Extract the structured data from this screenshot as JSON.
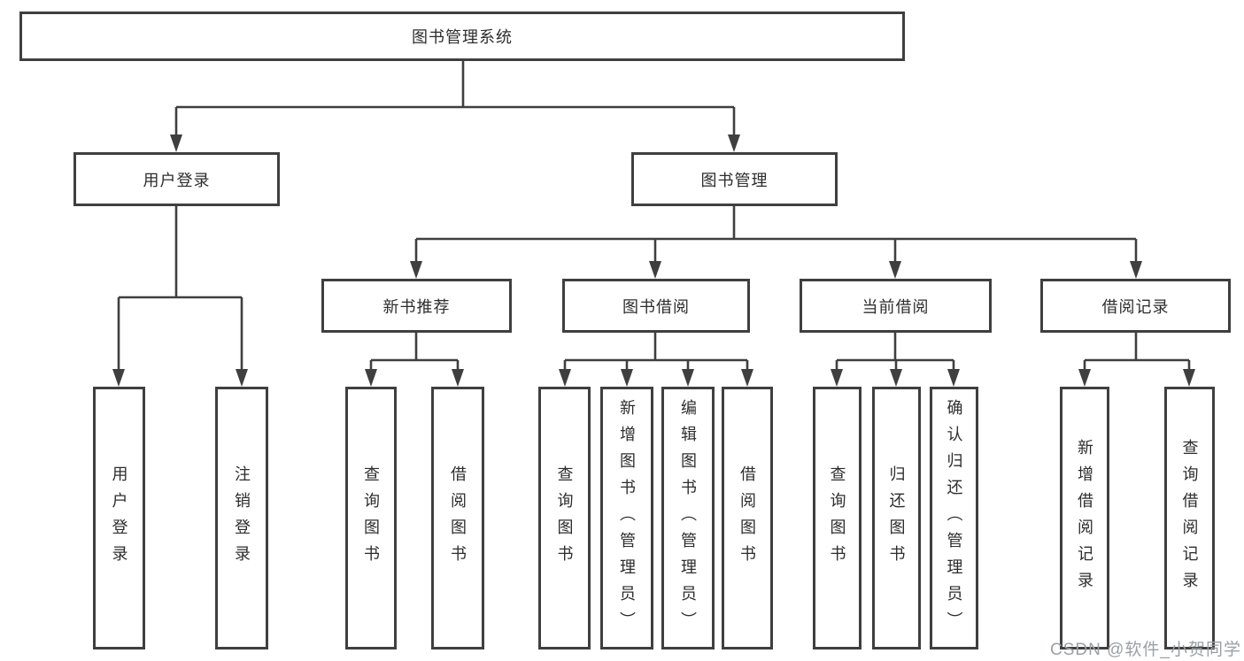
{
  "colors": {
    "line": "#3f3f3f",
    "box_border": "#3f3f3f",
    "box_fill": "#ffffff",
    "text": "#2d2d2d",
    "watermark": "#9aa0a6"
  },
  "chart_data": {
    "type": "tree-diagram",
    "title": "图书管理系统",
    "hierarchy": {
      "图书管理系统": {
        "用户登录": [
          "用户登录",
          "注销登录"
        ],
        "图书管理": {
          "新书推荐": [
            "查询图书",
            "借阅图书"
          ],
          "图书借阅": [
            "查询图书",
            "新增图书（管理员）",
            "编辑图书（管理员）",
            "借阅图书"
          ],
          "当前借阅": [
            "查询图书",
            "归还图书",
            "确认归还（管理员）"
          ],
          "借阅记录": [
            "新增借阅记录",
            "查询借阅记录"
          ]
        }
      }
    }
  },
  "tree": {
    "root": {
      "label": "图书管理系统"
    },
    "login_branch": {
      "label": "用户登录",
      "children": [
        {
          "label": "用户登录"
        },
        {
          "label": "注销登录"
        }
      ]
    },
    "management_branch": {
      "label": "图书管理",
      "groups": [
        {
          "label": "新书推荐",
          "children": [
            {
              "label": "查询图书"
            },
            {
              "label": "借阅图书"
            }
          ]
        },
        {
          "label": "图书借阅",
          "children": [
            {
              "label": "查询图书"
            },
            {
              "label": "新增图书（管理员）"
            },
            {
              "label": "编辑图书（管理员）"
            },
            {
              "label": "借阅图书"
            }
          ]
        },
        {
          "label": "当前借阅",
          "children": [
            {
              "label": "查询图书"
            },
            {
              "label": "归还图书"
            },
            {
              "label": "确认归还（管理员）"
            }
          ]
        },
        {
          "label": "借阅记录",
          "children": [
            {
              "label": "新增借阅记录"
            },
            {
              "label": "查询借阅记录"
            }
          ]
        }
      ]
    }
  },
  "watermark": {
    "text": "CSDN @软件_小贺同学"
  }
}
